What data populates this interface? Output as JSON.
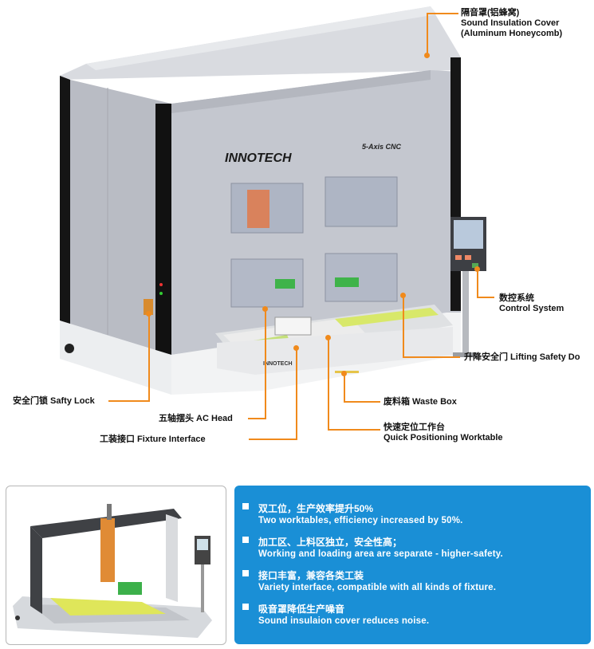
{
  "machine": {
    "brand": "INNOTECH",
    "model": "5-Axis CNC",
    "door_brand": "INNOTECH"
  },
  "callouts": {
    "sound_cover_zh": "隔音罩(铝蜂窝)",
    "sound_cover_en1": "Sound Insulation Cover",
    "sound_cover_en2": "(Aluminum Honeycomb)",
    "control_zh": "数控系统",
    "control_en": "Control System",
    "lifting_door": "升降安全门  Lifting Safety Do",
    "waste_box": "废料箱 Waste Box",
    "safety_lock": "安全门锁  Safty Lock",
    "ac_head": "五轴摆头  AC Head",
    "worktable_zh": "快速定位工作台",
    "worktable_en": "Quick Positioning Worktable",
    "fixture": "工装接口 Fixture Interface"
  },
  "features": [
    {
      "zh": "双工位，生产效率提升50%",
      "en": "Two worktables, efficiency increased by 50%."
    },
    {
      "zh": "加工区、上料区独立，安全性高；",
      "en": "Working and loading area are separate - higher-safety."
    },
    {
      "zh": "接口丰富，兼容各类工装",
      "en": "Variety interface, compatible with all kinds of fixture."
    },
    {
      "zh": "吸音罩降低生产噪音",
      "en": "Sound insulaion cover reduces noise."
    }
  ],
  "colors": {
    "accent": "#f08a1c",
    "panel": "#1a8fd6"
  }
}
